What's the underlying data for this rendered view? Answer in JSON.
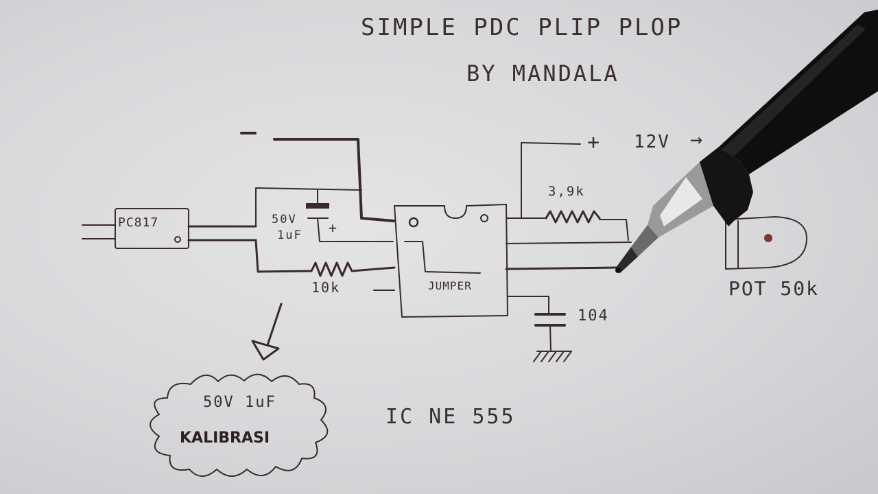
{
  "title": {
    "line1": "SIMPLE PDC PLIP PLOP",
    "line2": "BY MANDALA"
  },
  "labels": {
    "minus": "−",
    "plus": "+",
    "supply": "12V",
    "arrow": "→",
    "ic_part": "PC817",
    "cap_value": "50V",
    "cap_value2": "1uF",
    "cap_plus": "+",
    "resistor_top": "3,9k",
    "resistor_bottom": "10k",
    "jumper": "JUMPER",
    "cap_small": "104",
    "pot": "POT 50k",
    "ic_name": "IC NE 555",
    "callout_line1": "50V 1uF",
    "callout_line2": "KALIBRASI"
  },
  "colors": {
    "paper": "#dcdcdf",
    "ink": "#3a2a2a",
    "pot_pin": "#7a3a2a",
    "pen_body": "#141414",
    "pen_tip": "#c8c8c8"
  }
}
